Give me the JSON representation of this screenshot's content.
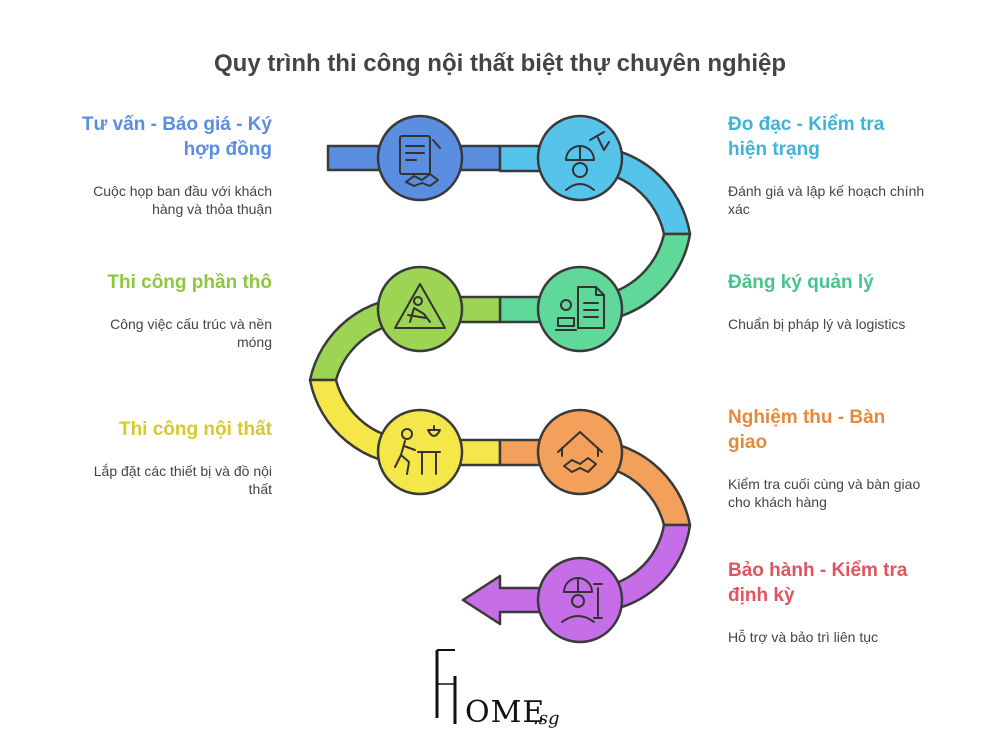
{
  "title": "Quy trình thi công nội thất biệt thự chuyên nghiệp",
  "steps": [
    {
      "title": "Tư vấn - Báo giá - Ký hợp đồng",
      "desc": "Cuộc họp ban đầu với khách hàng và thỏa thuận",
      "color": "#5b8de0",
      "icon": "contract-handshake-icon"
    },
    {
      "title": "Đo đạc - Kiểm tra hiện trạng",
      "desc": "Đánh giá và lập kế hoạch chính xác",
      "color": "#3fb4d8",
      "icon": "surveyor-icon"
    },
    {
      "title": "Đăng ký quản lý",
      "desc": "Chuẩn bị pháp lý và logistics",
      "color": "#47c48c",
      "icon": "registration-document-icon"
    },
    {
      "title": "Thi công phần thô",
      "desc": "Công việc cấu trúc và nền móng",
      "color": "#8dc63f",
      "icon": "construction-worker-sign-icon"
    },
    {
      "title": "Thi công nội thất",
      "desc": "Lắp đặt các thiết bị và đồ nội thất",
      "color": "#d9c928",
      "icon": "furniture-installation-icon"
    },
    {
      "title": "Nghiệm thu - Bàn giao",
      "desc": "Kiểm tra cuối cùng và bàn giao cho khách hàng",
      "color": "#e8893a",
      "icon": "house-handshake-icon"
    },
    {
      "title": "Bảo hành - Kiểm tra định kỳ",
      "desc": "Hỗ trợ và bảo trì liên tục",
      "color": "#e0555d",
      "icon": "maintenance-worker-icon"
    }
  ],
  "logo": {
    "big": "FH",
    "rest": "OME",
    "suffix": ".sg"
  }
}
